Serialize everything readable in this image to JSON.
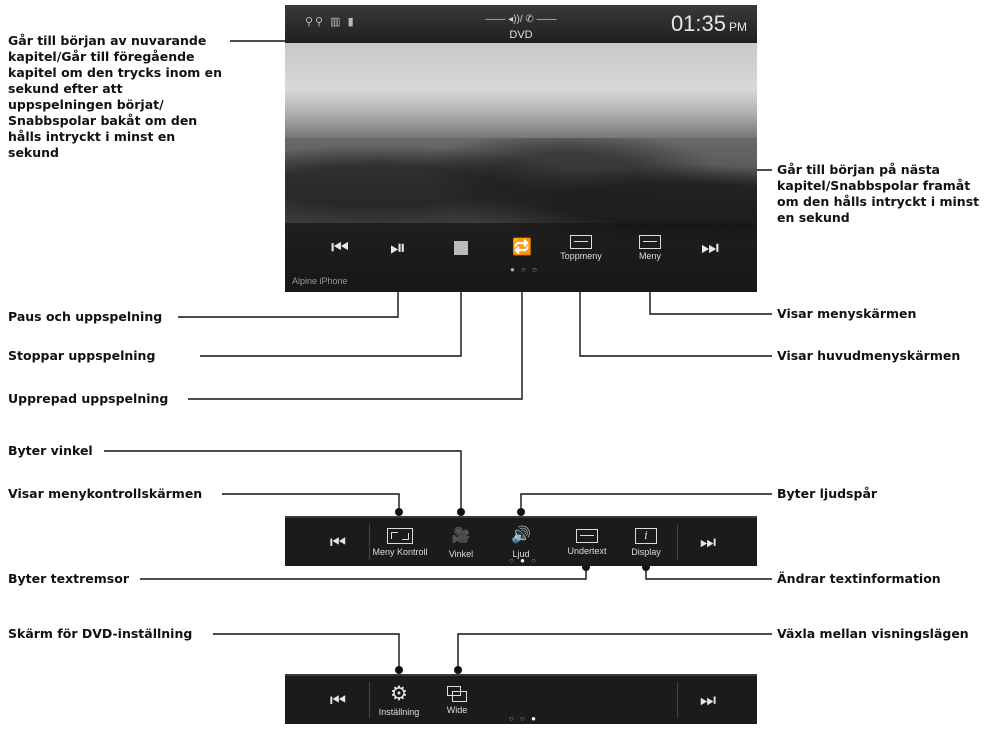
{
  "callouts": {
    "prev_chapter": "Går till början av nuvarande\nkapitel/Går till föregående\nkapitel om den trycks inom en\nsekund efter att\nuppspelningen börjat/\nSnabbspolar bakåt om den\nhålls intryckt i minst en\nsekund",
    "next_chapter": "Går till början på nästa\nkapitel/Snabbspolar framåt\nom den hålls intryckt i minst\nen sekund",
    "pause_play": "Paus och uppspelning",
    "stop": "Stoppar uppspelning",
    "repeat": "Upprepad uppspelning",
    "menu_screen": "Visar menyskärmen",
    "top_menu_screen": "Visar huvudmenyskärmen",
    "angle": "Byter vinkel",
    "menu_control": "Visar menykontrollskärmen",
    "audio": "Byter ljudspår",
    "subtitle": "Byter textremsor",
    "display_info": "Ändrar textinformation",
    "dvd_settings": "Skärm för DVD-inställning",
    "view_mode": "Växla mellan visningslägen"
  },
  "screen": {
    "source": "DVD",
    "clock": "01:35",
    "clock_suffix": "PM",
    "status_icons": "⚲⚲ ▥ ▮",
    "volume_indicator": "—— ◂))/ ✆ ——",
    "device": "Alpine iPhone",
    "controls": {
      "toppmeny_label": "Toppmeny",
      "meny_label": "Meny"
    }
  },
  "bar2": {
    "meny_kontroll": "Meny Kontroll",
    "vinkel": "Vinkel",
    "ljud": "Ljud",
    "undertext": "Undertext",
    "display": "Display"
  },
  "bar3": {
    "installning": "Inställning",
    "wide": "Wide"
  },
  "icons": {
    "prev": "⏮",
    "next": "⏭",
    "play_pause": "⏯",
    "repeat": "🔁",
    "gear": "⚙",
    "camera": "🎥",
    "speaker": "🔊"
  }
}
